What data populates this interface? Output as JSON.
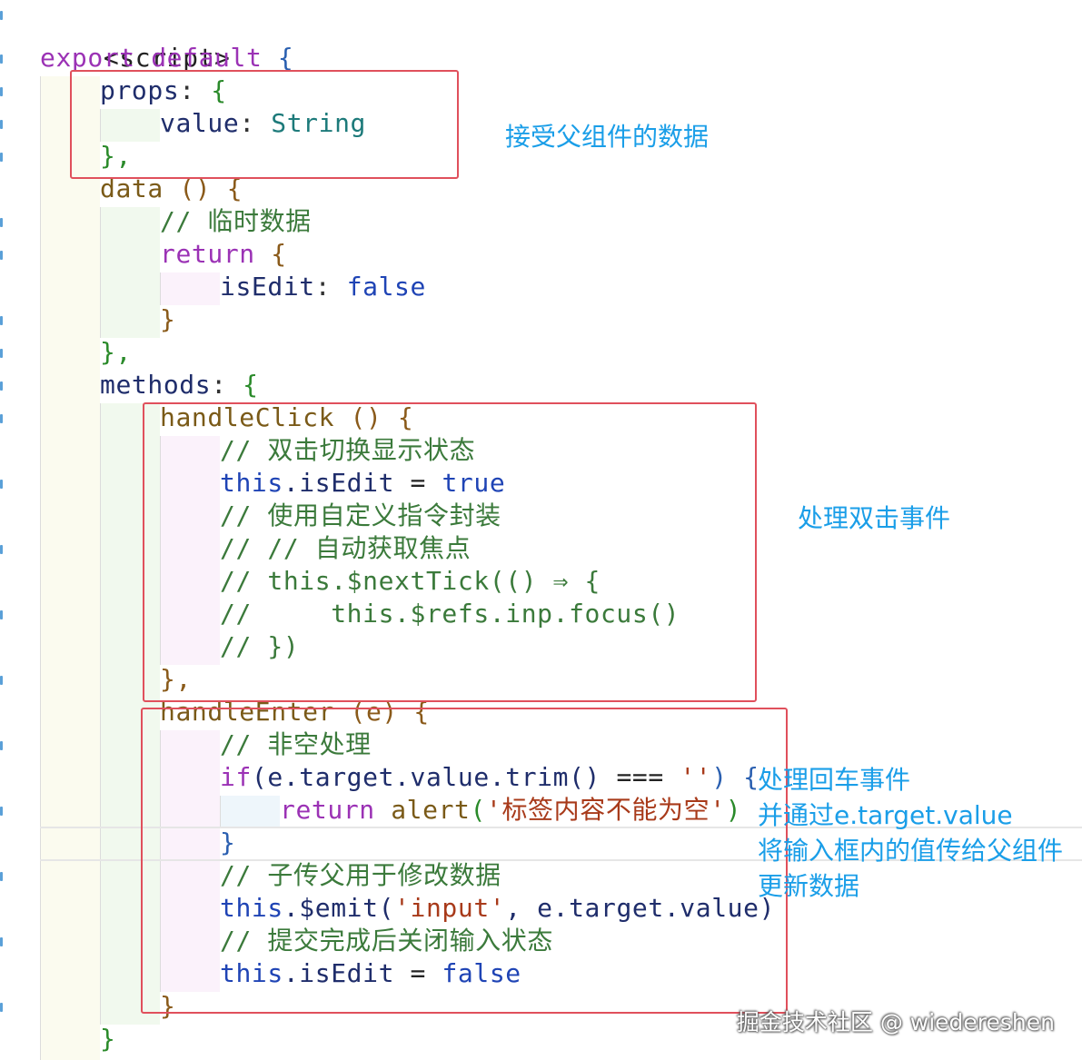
{
  "code": {
    "script_open": "<script>",
    "export_kw": "export",
    "default_kw": "default",
    "open_brace": "{",
    "props_key": "props",
    "colon": ":",
    "value_key": "value",
    "string_type": "String",
    "close_brace_comma": "},",
    "data_fn": "data",
    "parens": "()",
    "comment_temp": "// 临时数据",
    "return_kw": "return",
    "is_edit_key": "isEdit",
    "false_val": "false",
    "close_brace": "}",
    "methods_key": "methods",
    "handle_click": "handleClick",
    "comment_dblclick": "// 双击切换显示状态",
    "this_kw": "this",
    "dot_is_edit": ".isEdit",
    "eq": "=",
    "true_val": "true",
    "comment_directive": "// 使用自定义指令封装",
    "comment_autofocus": "// // 自动获取焦点",
    "comment_nexttick": "// this.$nextTick(() ⇒ {",
    "comment_focus": "//     this.$refs.inp.focus()",
    "comment_close": "// })",
    "handle_enter": "handleEnter",
    "param_e": "(e)",
    "comment_nonempty": "// 非空处理",
    "if_kw": "if",
    "trim_expr": "(e.target.value.trim()",
    "strict_eq": "===",
    "empty_str": "''",
    "close_paren_brace": ") {",
    "alert_fn": "alert",
    "alert_msg": "'标签内容不能为空'",
    "comment_child_parent": "// 子传父用于修改数据",
    "emit_call": ".$emit(",
    "input_str": "'input'",
    "emit_rest": ", e.target.value)",
    "comment_submit": "// 提交完成后关闭输入状态"
  },
  "annotations": {
    "props_note": "接受父组件的数据",
    "click_note": "处理双击事件",
    "enter_note_1": "处理回车事件",
    "enter_note_2": "并通过e.target.value",
    "enter_note_3": "将输入框内的值传给父组件",
    "enter_note_4": "更新数据"
  },
  "watermark": "掘金技术社区 @ wiedereshen",
  "colors": {
    "highlight_box": "#e0505c",
    "annotation_text": "#1a9ee8",
    "keyword": "#9b32b5",
    "comment": "#3b7a3b"
  }
}
